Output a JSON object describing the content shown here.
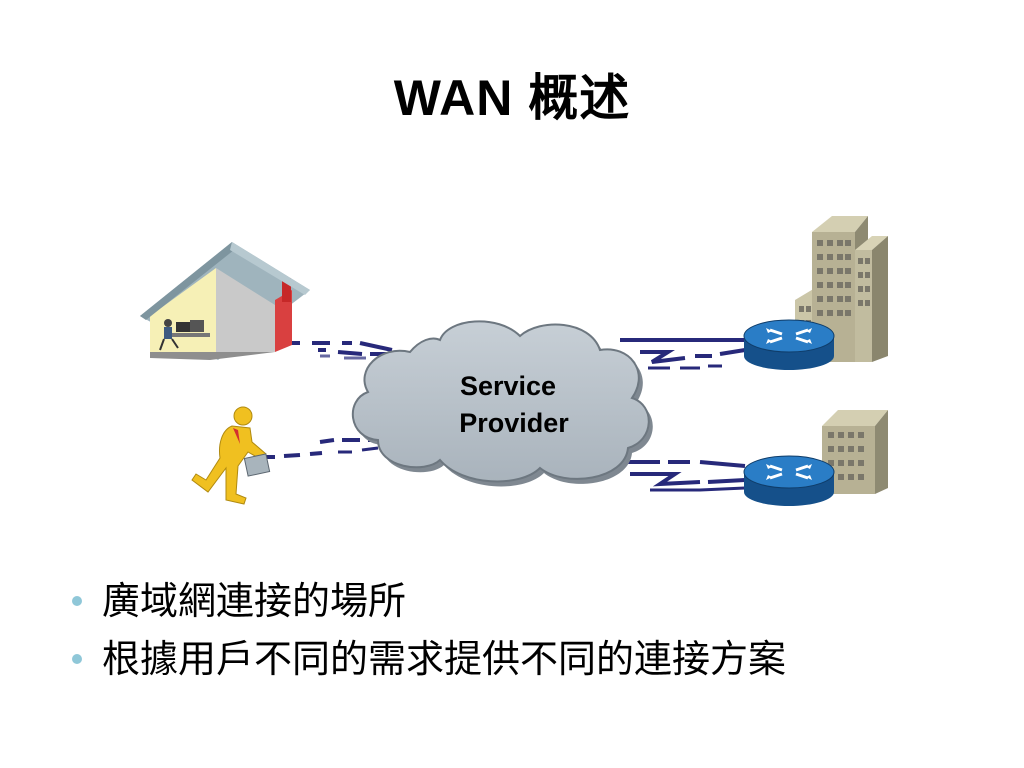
{
  "slide": {
    "title": "WAN 概述"
  },
  "diagram": {
    "cloud_label_line1": "Service",
    "cloud_label_line2": "Provider",
    "icons": [
      "home-office-icon",
      "mobile-user-icon",
      "router-icon",
      "building-icon"
    ]
  },
  "bullets": [
    "廣域網連接的場所",
    "根據用戶不同的需求提供不同的連接方案"
  ],
  "colors": {
    "bullet_dot": "#8fc7d8",
    "cloud_fill": "#b9c2cb",
    "router_fill": "#1e6fb8",
    "link_line": "#27297a",
    "building_fill": "#b2ad8f",
    "person_fill": "#f0c020"
  }
}
